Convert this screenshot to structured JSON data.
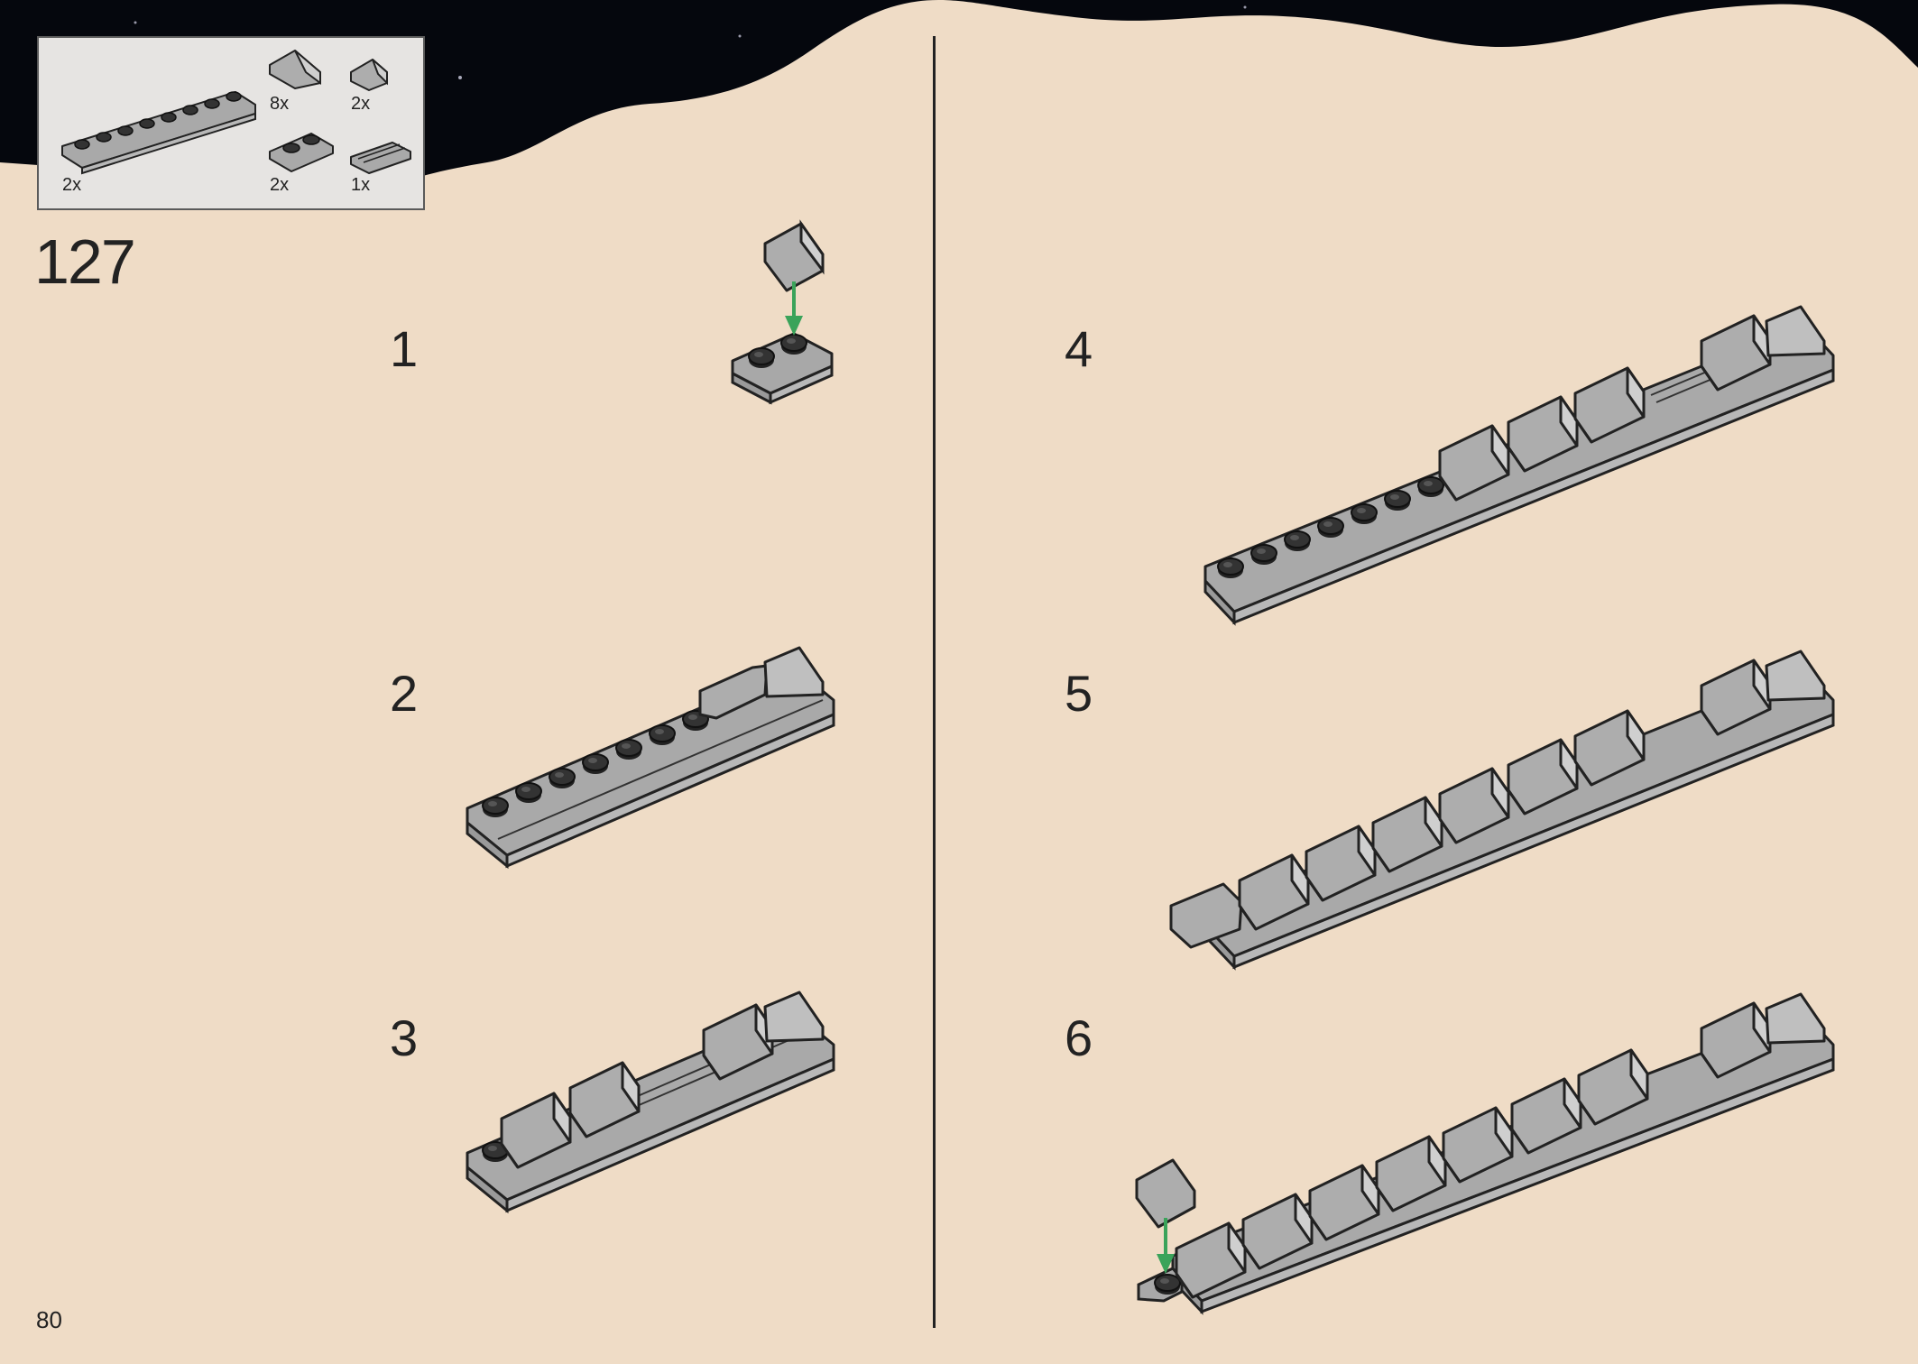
{
  "page": {
    "step_number": "127",
    "page_number": "80"
  },
  "parts_list": [
    {
      "icon": "plate-1x8-rail-icon",
      "qty": "2x"
    },
    {
      "icon": "slope-large-icon",
      "qty": "8x"
    },
    {
      "icon": "slope-small-icon",
      "qty": "2x"
    },
    {
      "icon": "plate-1x2-rail-icon",
      "qty": "2x"
    },
    {
      "icon": "tile-grille-icon",
      "qty": "1x"
    }
  ],
  "substeps": [
    {
      "label": "1"
    },
    {
      "label": "2"
    },
    {
      "label": "3"
    },
    {
      "label": "4"
    },
    {
      "label": "5"
    },
    {
      "label": "6"
    }
  ],
  "colors": {
    "background": "#efdcc6",
    "space": "#05070d",
    "brick_gray": "#a9a9a9",
    "outline": "#222222",
    "arrow_green": "#3aa35a"
  }
}
